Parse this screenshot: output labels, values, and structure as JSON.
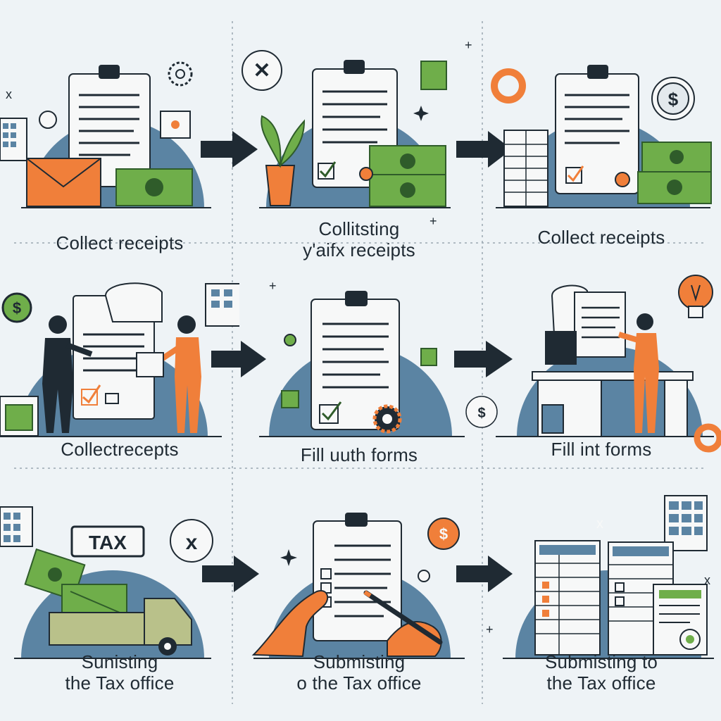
{
  "colors": {
    "background": "#eef3f6",
    "circle": "#5b84a3",
    "paper": "#f7f8f8",
    "ink": "#1f2a33",
    "money": "#6fae4a",
    "money_dark": "#2f5c2a",
    "orange": "#f07f3a",
    "arrow": "#1f2a33"
  },
  "steps": [
    {
      "caption_line1": "Collect receipts",
      "caption_line2": ""
    },
    {
      "caption_line1": "Collitsting",
      "caption_line2": "y'aifx receipts"
    },
    {
      "caption_line1": "Collect  receipts",
      "caption_line2": ""
    },
    {
      "caption_line1": "Collectrecepts",
      "caption_line2": ""
    },
    {
      "caption_line1": "Fill uuth forms",
      "caption_line2": ""
    },
    {
      "caption_line1": "Fill int forms",
      "caption_line2": ""
    },
    {
      "caption_line1": "Sunisting",
      "caption_line2": "the Tax office"
    },
    {
      "caption_line1": "Submisting",
      "caption_line2": "o the Tax office"
    },
    {
      "caption_line1": "Submisting to",
      "caption_line2": "the Tax office"
    }
  ],
  "labels": {
    "tax_sign": "TAX",
    "coin_symbol": "$",
    "close_symbol": "x"
  },
  "icons": [
    "clipboard-icon",
    "envelope-icon",
    "banknote-icon",
    "plant-icon",
    "calculator-icon",
    "coin-icon",
    "close-circle-icon",
    "person-icon",
    "desk-icon",
    "lightbulb-icon",
    "hand-pen-icon",
    "truck-icon",
    "checklist-icon",
    "arrow-right-icon"
  ]
}
